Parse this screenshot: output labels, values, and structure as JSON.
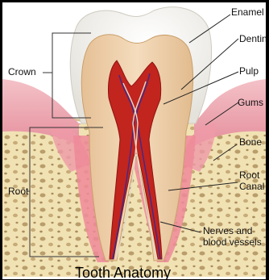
{
  "labels": {
    "enamel": "Enamel",
    "dentin": "Dentin",
    "pulp": "Pulp",
    "gums": "Gums",
    "bone": "Bone",
    "root_canal_line1": "Root",
    "root_canal_line2": "Canal",
    "nerves_line1": "Nerves and",
    "nerves_line2": "blood vessels",
    "crown": "Crown",
    "root": "Root"
  },
  "title": "Tooth Anatomy",
  "colors": {
    "enamel": "#f3f2ee",
    "dentin": "#eccea6",
    "pulp": "#c2241e",
    "gums": "#e9a0ab",
    "bone": "#f1e2b4",
    "bone_spots": "#b99d6b",
    "nerves": "#3c2a8c"
  }
}
